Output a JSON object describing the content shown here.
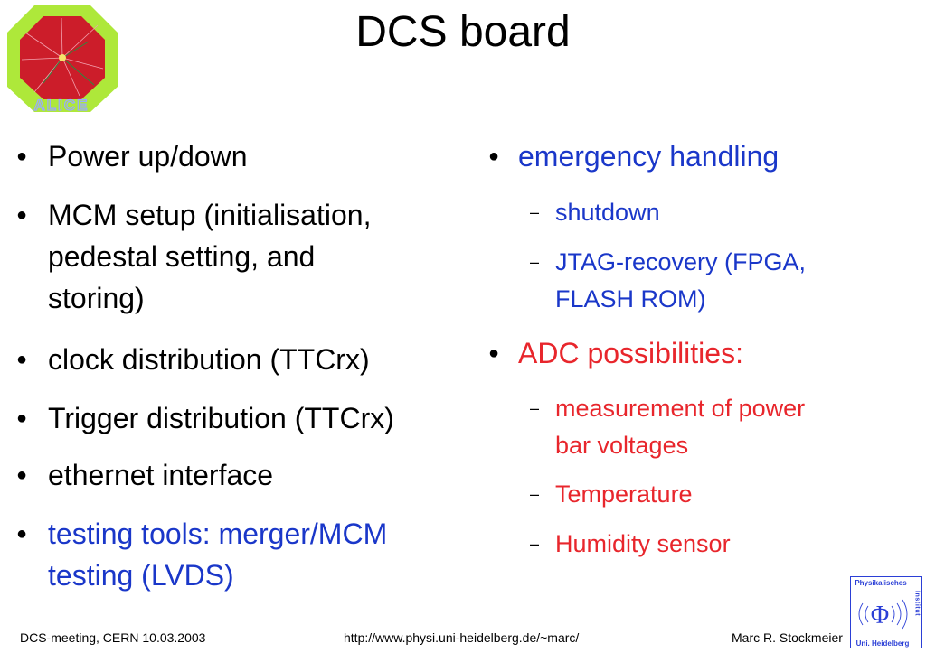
{
  "slide": {
    "title": "DCS board",
    "left_items": [
      {
        "lines": [
          "Power up/down"
        ],
        "color": "#000000"
      },
      {
        "lines": [
          "MCM setup (initialisation,",
          "pedestal setting, and",
          "storing)"
        ],
        "color": "#000000"
      },
      {
        "lines": [
          "clock distribution (TTCrx)"
        ],
        "color": "#000000"
      },
      {
        "lines": [
          "Trigger distribution (TTCrx)"
        ],
        "color": "#000000"
      },
      {
        "lines": [
          "ethernet interface"
        ],
        "color": "#000000"
      },
      {
        "lines": [
          "testing tools: merger/MCM",
          "testing (LVDS)"
        ],
        "color": "#1a37c9"
      }
    ],
    "right_items": [
      {
        "lines": [
          "emergency handling"
        ],
        "color": "#1a37c9",
        "subitems": [
          {
            "lines": [
              "shutdown"
            ]
          },
          {
            "lines": [
              "JTAG-recovery (FPGA,",
              "FLASH ROM)"
            ]
          }
        ]
      },
      {
        "lines": [
          "ADC possibilities:"
        ],
        "color": "#e8262c",
        "subitems": [
          {
            "lines": [
              "measurement of power",
              "bar voltages"
            ]
          },
          {
            "lines": [
              "Temperature"
            ]
          },
          {
            "lines": [
              "Humidity sensor"
            ]
          }
        ]
      }
    ],
    "bullet_symbol": "●",
    "dash_symbol": "–"
  },
  "logos": {
    "alice": {
      "text": "ALICE"
    },
    "physikalisches": {
      "top_text": "Physikalisches",
      "side_text": "Institut",
      "bottom_text": "Uni. Heidelberg",
      "symbol": "Φ"
    }
  },
  "footer": {
    "left": "DCS-meeting, CERN 10.03.2003",
    "center": "http://www.physi.uni-heidelberg.de/~marc/",
    "right": "Marc R. Stockmeier"
  },
  "colors": {
    "blue": "#1a37c9",
    "red": "#e8262c",
    "alice_green": "#aee83a",
    "alice_red": "#cc1d2a",
    "alice_lettering": "#9aa9ff",
    "inst_blue": "#2b3fd6"
  }
}
